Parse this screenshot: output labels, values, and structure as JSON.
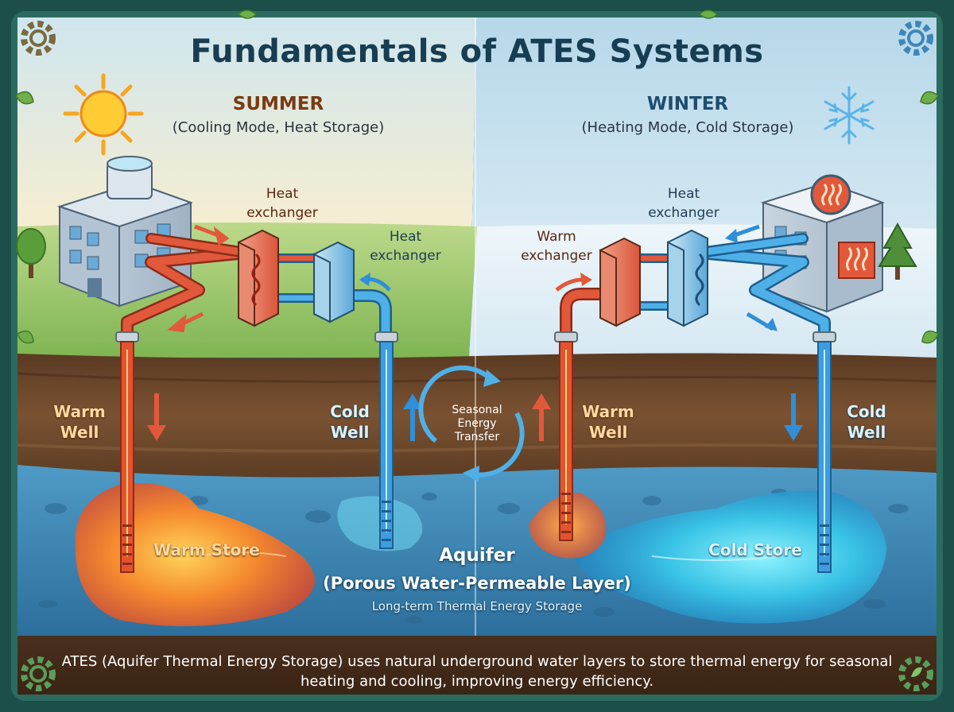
{
  "title": "Fundamentals of ATES Systems",
  "summer": {
    "heading": "SUMMER",
    "subheading": "(Cooling Mode, Heat Storage)",
    "heat_exchanger_1": [
      "Heat",
      "exchanger"
    ],
    "heat_exchanger_2": [
      "Heat",
      "exchanger"
    ],
    "warm_well": [
      "Warm",
      "Well"
    ],
    "cold_well": [
      "Cold",
      "Well"
    ],
    "store": "Warm Store"
  },
  "winter": {
    "heading": "WINTER",
    "subheading": "(Heating Mode, Cold Storage)",
    "heat_exchanger_1": [
      "Heat",
      "exchanger"
    ],
    "heat_exchanger_2": [
      "Warm",
      "exchanger"
    ],
    "warm_well": [
      "Warm",
      "Well"
    ],
    "cold_well": [
      "Cold",
      "Well"
    ],
    "store": "Cold Store"
  },
  "transfer": [
    "Seasonal",
    "Energy",
    "Transfer"
  ],
  "aquifer": {
    "title": "Aquifer",
    "subtitle": "(Porous Water-Permeable Layer)",
    "note": "Long-term Thermal Energy Storage"
  },
  "footer": "ATES (Aquifer Thermal Energy Storage) uses natural underground water layers to store thermal energy for seasonal heating and cooling, improving energy efficiency.",
  "colors": {
    "warm": "#e8502a",
    "cold": "#2f8fd8",
    "frame": "#1d4f4a",
    "soil": "#6b4428",
    "aquifer": "#3b86b4"
  },
  "icons": [
    "sun-icon",
    "snowflake-icon",
    "gear-icon",
    "leaf-icon",
    "heat-waves-icon"
  ]
}
